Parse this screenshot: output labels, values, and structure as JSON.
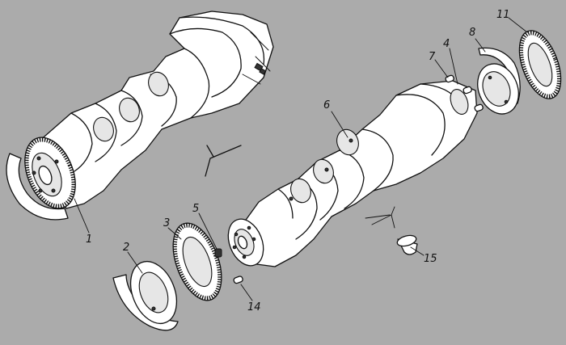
{
  "callouts": {
    "c1": "1",
    "c2": "2",
    "c3": "3",
    "c4": "4",
    "c5": "5",
    "c6": "6",
    "c7": "7",
    "c8": "8",
    "c11": "11",
    "c14": "14",
    "c15": "15"
  }
}
